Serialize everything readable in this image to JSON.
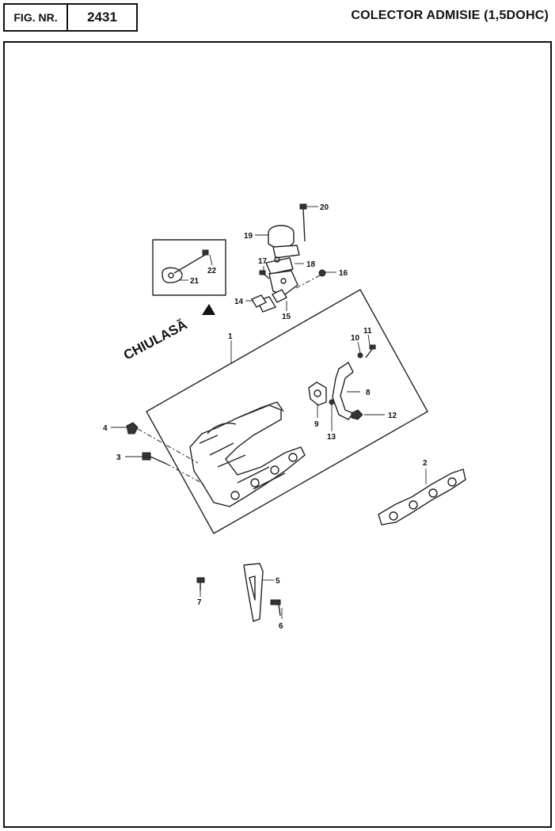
{
  "header": {
    "fig_label": "FIG. NR.",
    "fig_number": "2431",
    "title": "COLECTOR ADMISIE (1,5DOHC)"
  },
  "diagram": {
    "head_label": "CHIULASĂ",
    "callouts": [
      "1",
      "2",
      "3",
      "4",
      "5",
      "6",
      "7",
      "8",
      "9",
      "10",
      "11",
      "12",
      "13",
      "14",
      "15",
      "16",
      "17",
      "18",
      "19",
      "20",
      "21",
      "22"
    ]
  }
}
